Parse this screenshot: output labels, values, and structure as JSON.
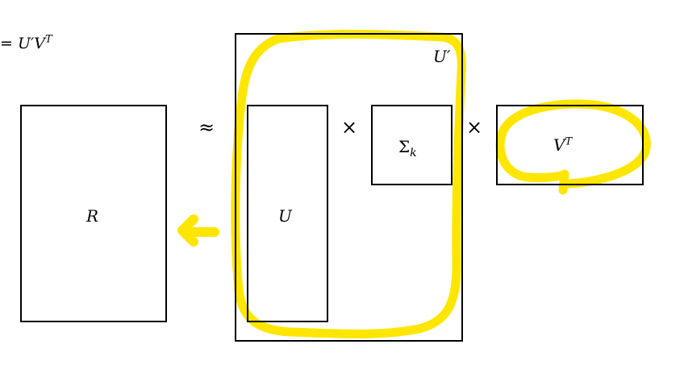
{
  "formula": {
    "lhs_fragment": "= U′V",
    "lhs_sup": "T"
  },
  "matrices": {
    "r": {
      "label": "R"
    },
    "u": {
      "label": "U"
    },
    "u_prime": {
      "label": "U′"
    },
    "sigma": {
      "label": "Σ",
      "sub": "k"
    },
    "vt": {
      "label": "V",
      "sup": "T"
    }
  },
  "operators": {
    "approx": "≈",
    "times": "×"
  },
  "colors": {
    "highlight": "#ffe600",
    "stroke": "#000000"
  }
}
